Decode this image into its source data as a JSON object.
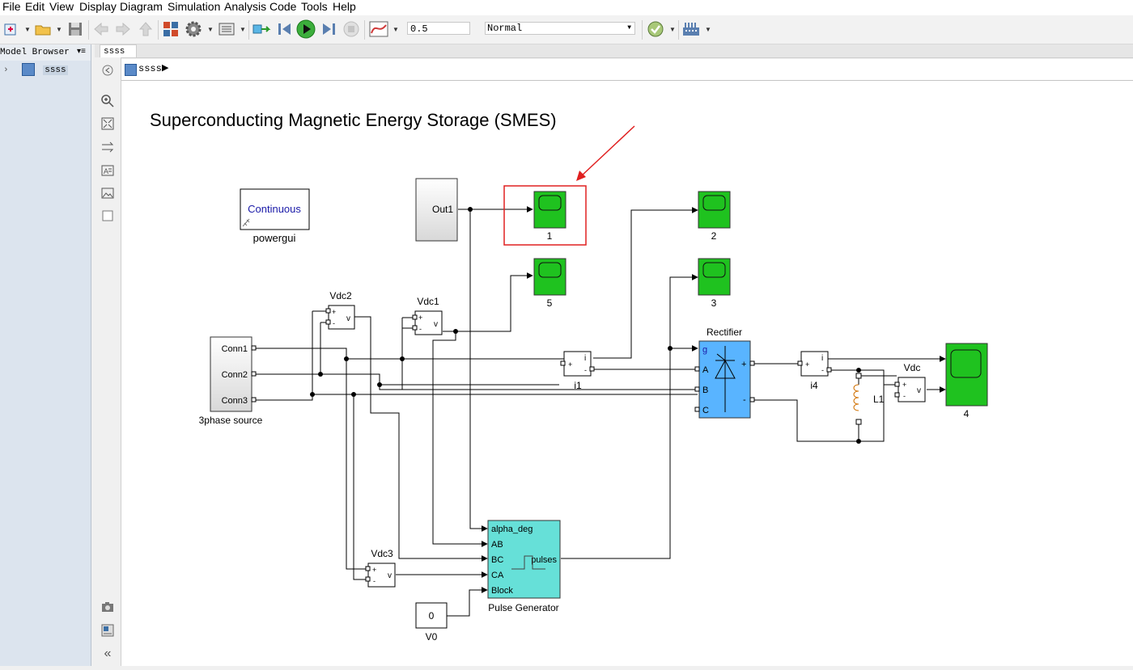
{
  "menu": {
    "items": [
      "File",
      "Edit",
      "View",
      "Display",
      "Diagram",
      "Simulation",
      "Analysis",
      "Code",
      "Tools",
      "Help"
    ]
  },
  "toolbar": {
    "stop_time": "0.5",
    "sim_mode": "Normal",
    "icons": [
      "new-model-icon",
      "open-folder-icon",
      "save-icon",
      "back-icon",
      "forward-icon",
      "up-icon",
      "library-browser-icon",
      "model-config-icon",
      "model-explorer-icon",
      "update-diagram-icon",
      "step-back-icon",
      "run-icon",
      "step-forward-icon",
      "stop-icon",
      "scope-plot-icon",
      "model-advisor-icon",
      "build-icon"
    ]
  },
  "model_browser": {
    "title": "Model Browser",
    "root_node": "ssss"
  },
  "tab": {
    "label": "ssss"
  },
  "address_bar": {
    "path": "ssss"
  },
  "diagram": {
    "title": "Superconducting Magnetic Energy Storage (SMES)",
    "powergui": {
      "mode": "Continuous",
      "name": "powergui"
    },
    "out1": {
      "port": "Out1"
    },
    "scopes": [
      "1",
      "2",
      "3",
      "4",
      "5"
    ],
    "voltmeters": [
      "Vdc1",
      "Vdc2",
      "Vdc3",
      "Vdc"
    ],
    "ammeters": [
      "i1",
      "i4"
    ],
    "source": {
      "name": "3phase source",
      "ports": [
        "Conn1",
        "Conn2",
        "Conn3"
      ]
    },
    "rectifier": {
      "name": "Rectifier",
      "ports_left": [
        "g",
        "A",
        "B",
        "C"
      ],
      "ports_right": [
        "+",
        "-"
      ]
    },
    "inductor": "L1",
    "pulse_generator": {
      "name": "Pulse Generator",
      "inputs": [
        "alpha_deg",
        "AB",
        "BC",
        "CA",
        "Block"
      ],
      "output": "pulses"
    },
    "constant": {
      "value": "0",
      "name": "V0"
    },
    "meter_signs": {
      "plus": "+",
      "minus": "-",
      "v": "v",
      "i": "i"
    }
  },
  "colors": {
    "scope_green": "#1fc21f",
    "rectifier_blue": "#59b4ff",
    "pulse_cyan": "#66e0d8",
    "highlight_red": "#e02020"
  }
}
